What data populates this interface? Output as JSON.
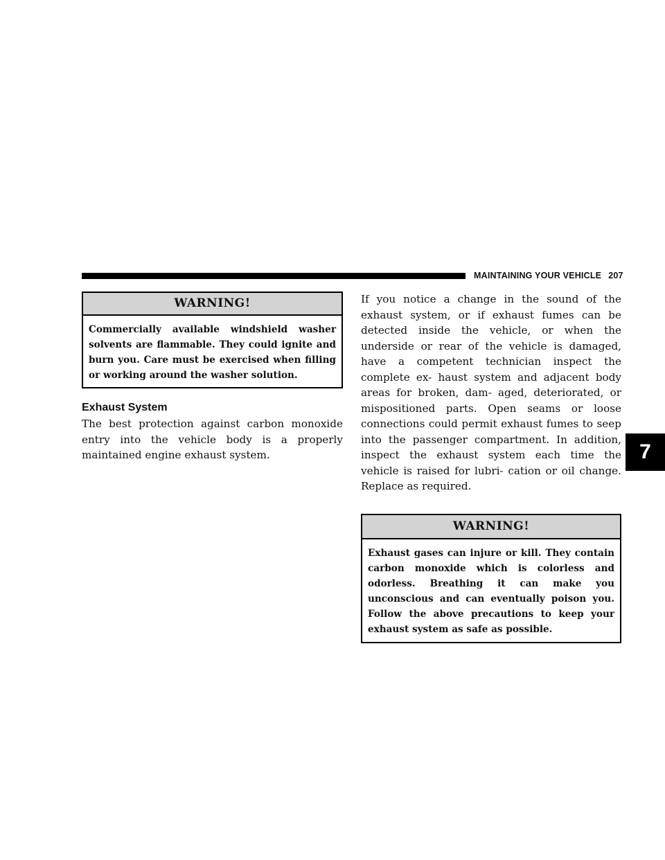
{
  "header": {
    "section_title": "MAINTAINING YOUR VEHICLE",
    "page_number": "207"
  },
  "left_column": {
    "warning": {
      "title": "WARNING!",
      "text": "Commercially available windshield washer solvents are flammable. They could ignite and burn you. Care must be exercised when filling or working around the washer solution."
    },
    "heading": "Exhaust System",
    "paragraph": "The best protection against carbon monoxide entry into the vehicle body is a properly maintained engine exhaust system."
  },
  "right_column": {
    "paragraph": "If you notice a change in the sound of the exhaust system, or if exhaust fumes can be detected inside the vehicle, or when the underside or rear of the vehicle is damaged, have a competent technician inspect the complete ex- haust system and adjacent body areas for broken, dam- aged, deteriorated, or mispositioned parts. Open seams or loose connections could permit exhaust fumes to seep into the passenger compartment. In addition, inspect the exhaust system each time the vehicle is raised for lubri- cation or oil change. Replace as required.",
    "warning": {
      "title": "WARNING!",
      "text": "Exhaust gases can injure or kill. They contain carbon monoxide which is colorless and odorless. Breathing it can make you unconscious and can eventually poison you. Follow the above precautions to keep your exhaust system as safe as possible."
    }
  },
  "chapter_tab": "7"
}
